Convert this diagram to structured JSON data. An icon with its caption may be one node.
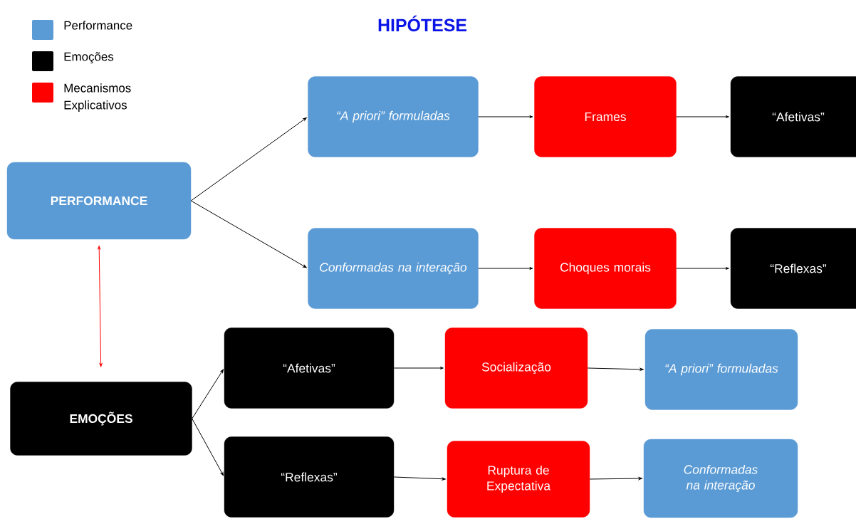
{
  "diagram": {
    "title": "HIPÓTESE",
    "nodes": [
      {
        "text": [
          "PERFORMANCE"
        ]
      },
      {
        "text": [
          "“A priori” formuladas"
        ]
      },
      {
        "text": [
          "Frames"
        ]
      },
      {
        "text": [
          "“Afetivas”"
        ]
      },
      {
        "text": [
          "Conformadas na interação"
        ]
      },
      {
        "text": [
          "Choques morais"
        ]
      },
      {
        "text": [
          "“Reflexas”"
        ]
      },
      {
        "text": [
          "EMOÇÕES"
        ]
      },
      {
        "text": [
          "“Afetivas”"
        ]
      },
      {
        "text": [
          "Socialização"
        ]
      },
      {
        "text": [
          "“A priori” formuladas"
        ]
      },
      {
        "text": [
          "“Reflexas”"
        ]
      },
      {
        "text": [
          "Ruptura de Expectativa"
        ]
      },
      {
        "text": [
          "Conformadas na interação"
        ]
      }
    ],
    "edges": [
      {
        "from": 0,
        "to": 1,
        "arrow": "to"
      },
      {
        "from": 0,
        "to": 4,
        "arrow": "to"
      },
      {
        "from": 1,
        "to": 2,
        "arrow": "to"
      },
      {
        "from": 2,
        "to": 3,
        "arrow": "to"
      },
      {
        "from": 4,
        "to": 5,
        "arrow": "to"
      },
      {
        "from": 5,
        "to": 6,
        "arrow": "to"
      },
      {
        "from": 7,
        "to": 8,
        "arrow": "to"
      },
      {
        "from": 7,
        "to": 11,
        "arrow": "to"
      },
      {
        "from": 8,
        "to": 9,
        "arrow": "to"
      },
      {
        "from": 9,
        "to": 10,
        "arrow": "to"
      },
      {
        "from": 11,
        "to": 12,
        "arrow": "to"
      },
      {
        "from": 12,
        "to": 13,
        "arrow": "to"
      },
      {
        "from": 0,
        "to": 7,
        "arrow": "both",
        "color": "#ff0000"
      }
    ],
    "legend": [
      {
        "text": "Performance",
        "color": "#5b9bd5"
      },
      {
        "text": "Emoções",
        "color": "#000000"
      },
      {
        "text": "Mecanismos Explicativos",
        "color": "#ff0000"
      }
    ]
  }
}
